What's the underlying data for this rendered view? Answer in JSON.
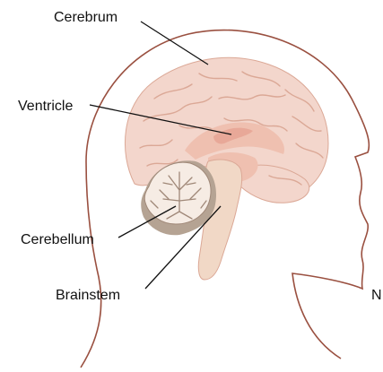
{
  "labels": {
    "cerebrum": "Cerebrum",
    "ventricle": "Ventricle",
    "cerebellum": "Cerebellum",
    "brainstem": "Brainstem",
    "edge_fragment": "N"
  },
  "colors": {
    "head_outline": "#9a5040",
    "brain_fill": "#f3d6cc",
    "brain_fold": "#dba896",
    "inner_fill": "#efc0b0",
    "ventricle_fill": "#e8a898",
    "cerebellum_fill": "#f6ece4",
    "cerebellum_line": "#a08878",
    "brainstem_fill": "#f1d8c6",
    "shadow_fill": "#b5a393",
    "leader_line": "#111111"
  },
  "icons": {
    "diagram": "head-sagittal-brain-illustration"
  }
}
